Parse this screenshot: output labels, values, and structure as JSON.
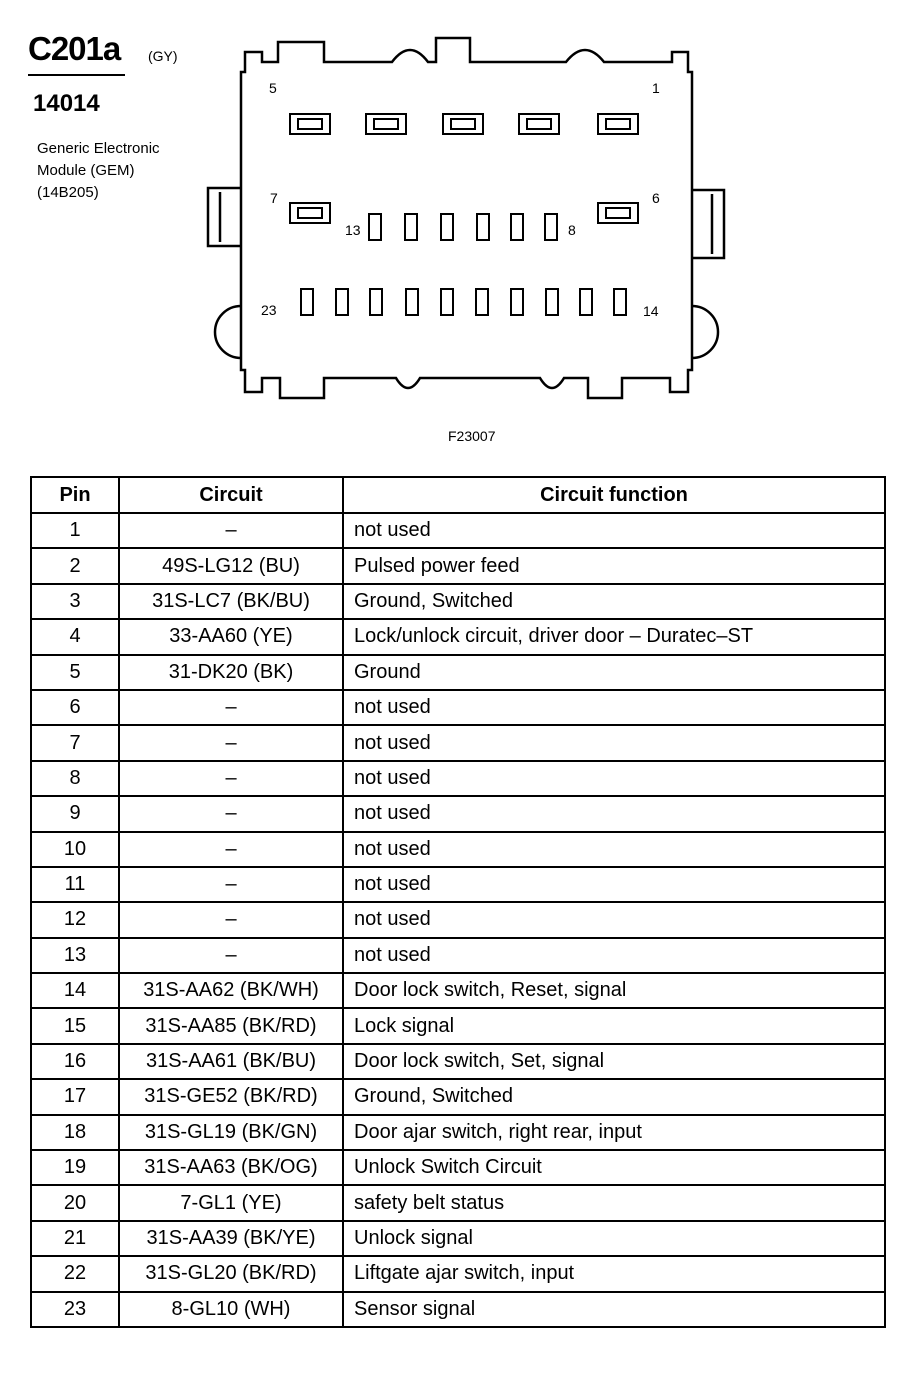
{
  "header": {
    "connector_id": "C201a",
    "connector_color": "(GY)",
    "part_number": "14014",
    "module_lines": [
      "Generic Electronic",
      "Module (GEM)",
      "(14B205)"
    ]
  },
  "diagram": {
    "figure_ref": "F23007",
    "pin_labels": [
      "5",
      "1",
      "7",
      "6",
      "13",
      "8",
      "23",
      "14"
    ]
  },
  "table": {
    "headers": [
      "Pin",
      "Circuit",
      "Circuit function"
    ],
    "rows": [
      {
        "pin": "1",
        "circuit": "–",
        "function": "not used"
      },
      {
        "pin": "2",
        "circuit": "49S-LG12 (BU)",
        "function": "Pulsed power feed"
      },
      {
        "pin": "3",
        "circuit": "31S-LC7 (BK/BU)",
        "function": "Ground, Switched"
      },
      {
        "pin": "4",
        "circuit": "33-AA60 (YE)",
        "function": "Lock/unlock circuit, driver door – Duratec–ST"
      },
      {
        "pin": "5",
        "circuit": "31-DK20 (BK)",
        "function": "Ground"
      },
      {
        "pin": "6",
        "circuit": "–",
        "function": "not used"
      },
      {
        "pin": "7",
        "circuit": "–",
        "function": "not used"
      },
      {
        "pin": "8",
        "circuit": "–",
        "function": "not used"
      },
      {
        "pin": "9",
        "circuit": "–",
        "function": "not used"
      },
      {
        "pin": "10",
        "circuit": "–",
        "function": "not used"
      },
      {
        "pin": "11",
        "circuit": "–",
        "function": "not used"
      },
      {
        "pin": "12",
        "circuit": "–",
        "function": "not used"
      },
      {
        "pin": "13",
        "circuit": "–",
        "function": "not used"
      },
      {
        "pin": "14",
        "circuit": "31S-AA62 (BK/WH)",
        "function": "Door lock switch, Reset, signal"
      },
      {
        "pin": "15",
        "circuit": "31S-AA85 (BK/RD)",
        "function": "Lock signal"
      },
      {
        "pin": "16",
        "circuit": "31S-AA61 (BK/BU)",
        "function": "Door lock switch, Set, signal"
      },
      {
        "pin": "17",
        "circuit": "31S-GE52 (BK/RD)",
        "function": "Ground, Switched"
      },
      {
        "pin": "18",
        "circuit": "31S-GL19 (BK/GN)",
        "function": "Door ajar switch, right rear, input"
      },
      {
        "pin": "19",
        "circuit": "31S-AA63 (BK/OG)",
        "function": "Unlock Switch Circuit"
      },
      {
        "pin": "20",
        "circuit": "7-GL1 (YE)",
        "function": "safety belt status"
      },
      {
        "pin": "21",
        "circuit": "31S-AA39 (BK/YE)",
        "function": "Unlock signal"
      },
      {
        "pin": "22",
        "circuit": "31S-GL20 (BK/RD)",
        "function": "Liftgate ajar switch, input"
      },
      {
        "pin": "23",
        "circuit": "8-GL10 (WH)",
        "function": "Sensor signal"
      }
    ]
  }
}
